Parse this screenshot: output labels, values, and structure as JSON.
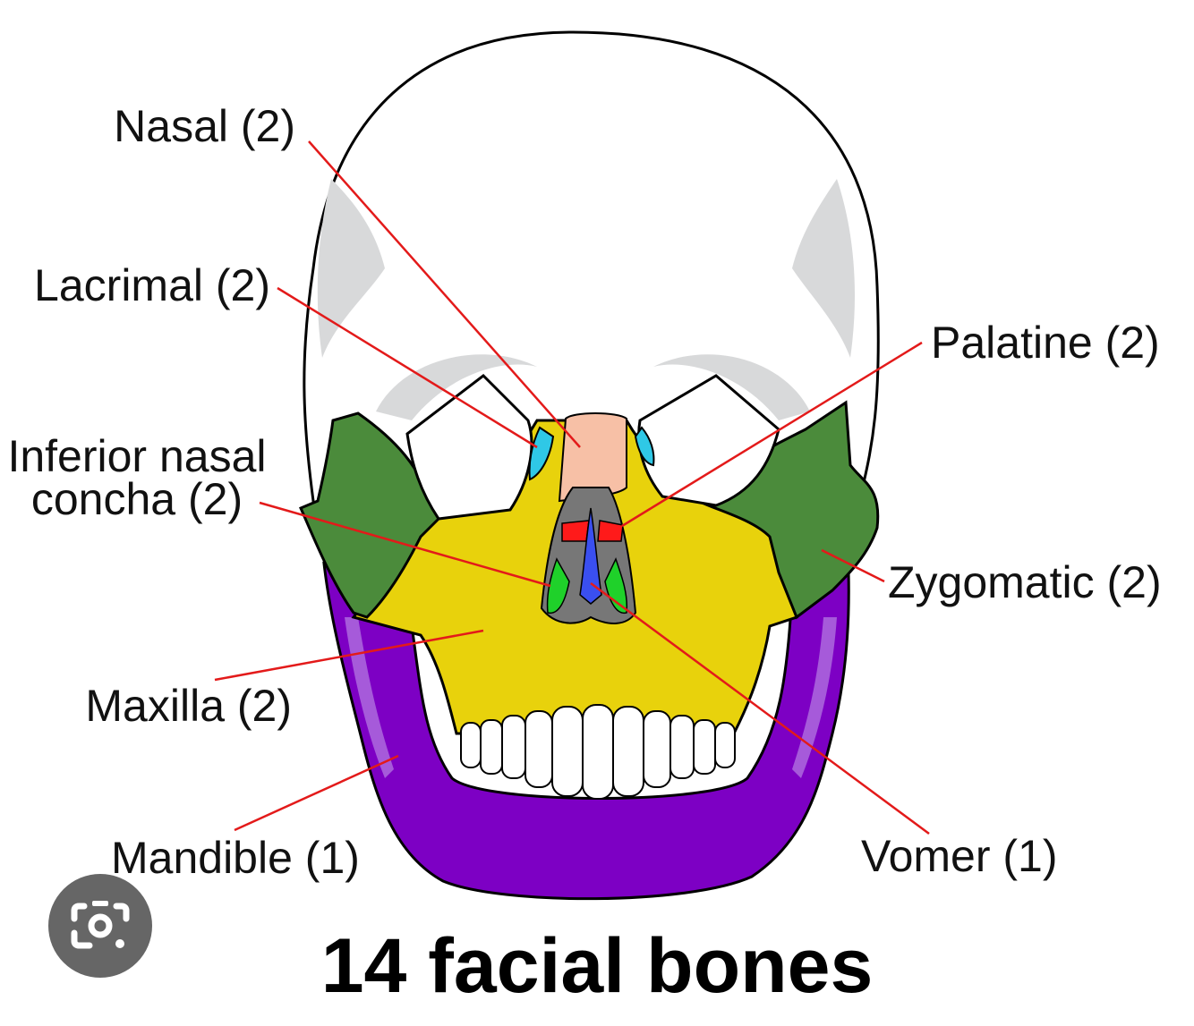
{
  "title": "14 facial bones",
  "labels": {
    "nasal": "Nasal (2)",
    "lacrimal": "Lacrimal (2)",
    "inferior_nasal_concha_line1": "Inferior nasal",
    "inferior_nasal_concha_line2": "concha (2)",
    "maxilla": "Maxilla (2)",
    "mandible": "Mandible (1)",
    "palatine": "Palatine (2)",
    "zygomatic": "Zygomatic (2)",
    "vomer": "Vomer (1)"
  },
  "colors": {
    "nasal": "#f7c0a6",
    "lacrimal": "#2fc8e6",
    "inferior_nasal_concha": "#1fd12a",
    "maxilla": "#e8d20c",
    "mandible": "#7d00c4",
    "palatine": "#ff1a1a",
    "zygomatic": "#4b8b3b",
    "vomer": "#3a4ff0",
    "skull": "#ffffff",
    "shading": "#d8d9da",
    "nasal_cavity": "#777777",
    "leader_line": "#e31a1a"
  },
  "icons": {
    "lens": "camera-search-icon"
  }
}
